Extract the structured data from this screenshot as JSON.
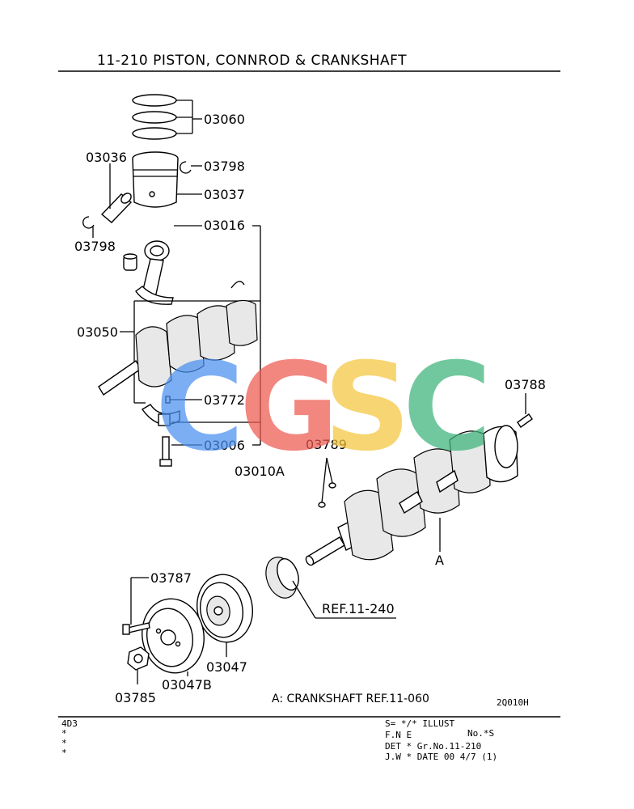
{
  "header": {
    "title": "11-210   PISTON, CONNROD & CRANKSHAFT"
  },
  "labels": {
    "p03060": "03060",
    "p03036": "03036",
    "p03798a": "03798",
    "p03037": "03037",
    "p03798b": "03798",
    "p03016": "03016",
    "p03050": "03050",
    "p03772": "03772",
    "p03006": "03006",
    "p03010A": "03010A",
    "p03788": "03788",
    "p03789": "03789",
    "pA": "A",
    "p03787": "03787",
    "ref240": "REF.11-240",
    "p03047": "03047",
    "p03047B": "03047B",
    "p03785": "03785"
  },
  "footnote": "A: CRANKSHAFT REF.11-060",
  "diagram_code": "2Q010H",
  "watermark": {
    "letters": [
      "C",
      "G",
      "S",
      "C"
    ],
    "colors": [
      "#4a8ff0",
      "#ee5a50",
      "#f5c63c",
      "#3cb47a"
    ]
  },
  "footer": {
    "left": [
      "4D3",
      "*",
      "*",
      "*"
    ],
    "row1": "S= */*  ILLUST",
    "illust_no": "No.*S",
    "row2": "F.N E",
    "row3": "DET *     Gr.No.11-210",
    "row4": "J.W *     DATE 00 4/7     (1)"
  }
}
